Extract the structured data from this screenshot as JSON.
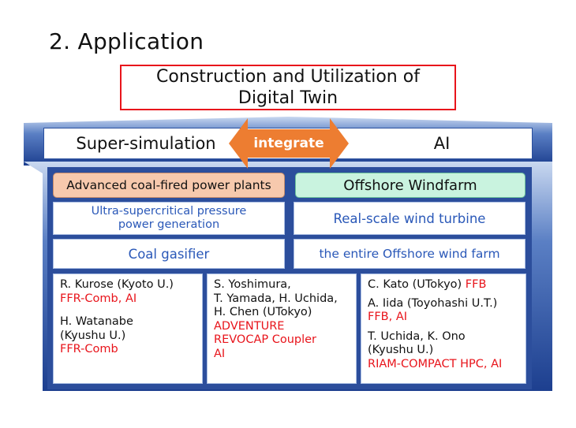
{
  "heading": "2. Application",
  "top_box": {
    "line1": "Construction and Utilization of",
    "line2": "Digital Twin"
  },
  "bar": {
    "left": "Super-simulation",
    "arrow_label": "integrate",
    "right": "AI"
  },
  "tags": {
    "coal": "Advanced coal-fired power plants",
    "wind": "Offshore Windfarm"
  },
  "cells": {
    "usc_line1": "Ultra-supercritical pressure",
    "usc_line2": "power generation",
    "wind_turbine": "Real-scale wind turbine",
    "gasifier": "Coal gasifier",
    "offshore": "the entire Offshore wind farm"
  },
  "col1": {
    "a_name": "R. Kurose (Kyoto U.)",
    "a_codes": "FFR-Comb, AI",
    "b_name": "H. Watanabe",
    "b_aff": "(Kyushu U.)",
    "b_codes": "FFR-Comb"
  },
  "col2": {
    "l1": "S. Yoshimura,",
    "l2": "T. Yamada, H. Uchida,",
    "l3": "H. Chen (UTokyo)",
    "c1": "ADVENTURE",
    "c2": "REVOCAP Coupler",
    "c3": "AI"
  },
  "col3": {
    "a_name": "C. Kato (UTokyo)",
    "a_code": "FFB",
    "b_name": "A. Iida (Toyohashi U.T.)",
    "b_codes": "FFB, AI",
    "c_name": "T. Uchida, K. Ono",
    "c_aff": "(Kyushu U.)",
    "c_codes": "RIAM-COMPACT HPC, AI"
  },
  "colors": {
    "house_dark": "#1d3f8f",
    "house_light": "#c9d8f0",
    "arrow": "#ed7d31",
    "red_text": "#e8141b",
    "blue_text": "#2a58b8",
    "coal_tag": "#f7c9ad",
    "wind_tag": "#c9f3df"
  }
}
